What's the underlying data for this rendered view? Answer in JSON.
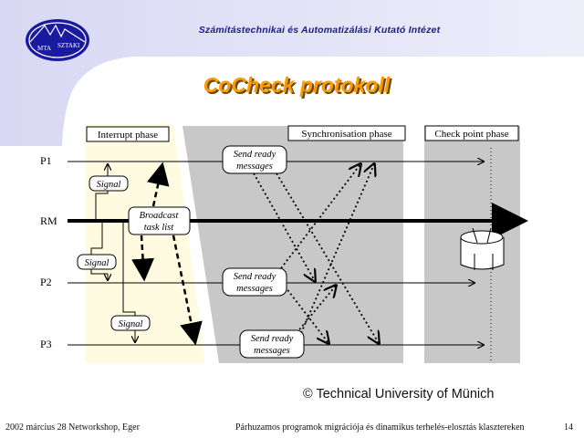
{
  "header": {
    "institute": "Számítástechnikai és Automatizálási Kutató Intézet",
    "logo_text_left": "MTA",
    "logo_text_right": "SZTAKI"
  },
  "slide": {
    "title": "CoCheck protokoll"
  },
  "diagram": {
    "phases": {
      "interrupt": "Interrupt phase",
      "synchronisation": "Synchronisation phase",
      "checkpoint": "Check point phase"
    },
    "processes": {
      "p1": "P1",
      "rm": "RM",
      "p2": "P2",
      "p3": "P3"
    },
    "signal_labels": [
      "Signal",
      "Signal",
      "Signal"
    ],
    "broadcast": {
      "line1": "Broadcast",
      "line2": "task list"
    },
    "send_ready": [
      {
        "line1": "Send ready",
        "line2": "messages"
      },
      {
        "line1": "Send ready",
        "line2": "messages"
      },
      {
        "line1": "Send ready",
        "line2": "messages"
      }
    ],
    "colors": {
      "interrupt_bg": "#fffbe0",
      "shaded_bg": "#c8c8c8",
      "line": "#000000"
    }
  },
  "copyright": "© Technical University of Münich",
  "footer": {
    "left": "2002 március 28  Networkshop, Eger",
    "center": "Párhuzamos programok migrációja és dinamikus terhelés-elosztás klasztereken",
    "page": "14"
  }
}
